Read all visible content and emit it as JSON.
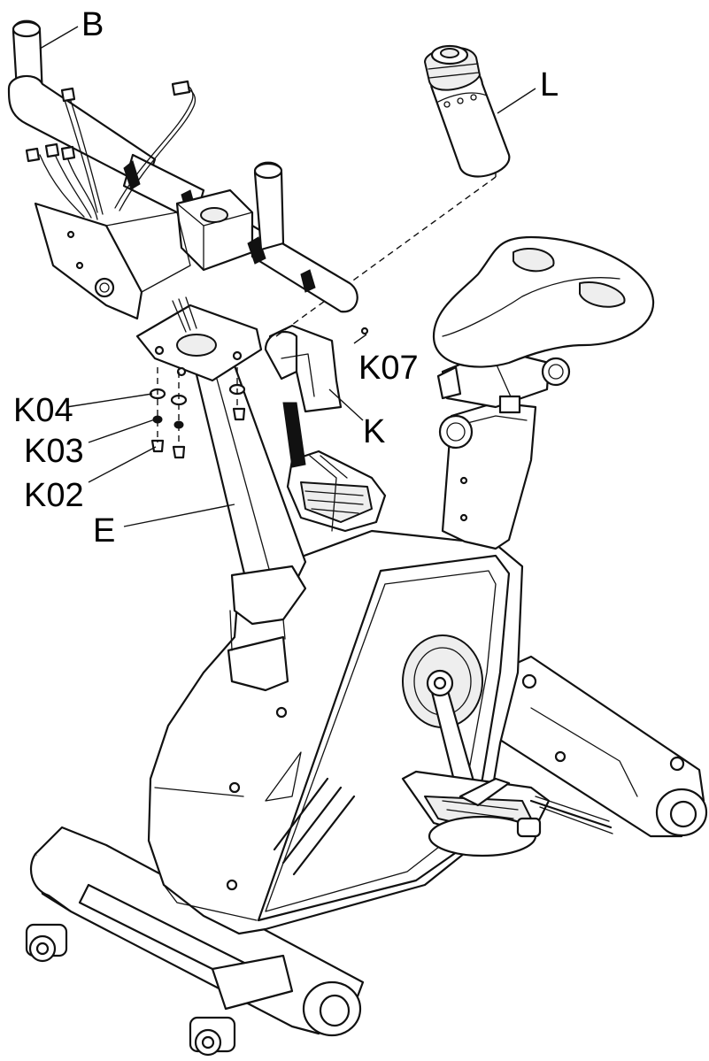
{
  "labels": {
    "B": "B",
    "L": "L",
    "K07": "K07",
    "K04": "K04",
    "K": "K",
    "K03": "K03",
    "K02": "K02",
    "E": "E"
  },
  "colors": {
    "line": "#111111",
    "background": "#ffffff",
    "shade": "#eeeeee"
  }
}
